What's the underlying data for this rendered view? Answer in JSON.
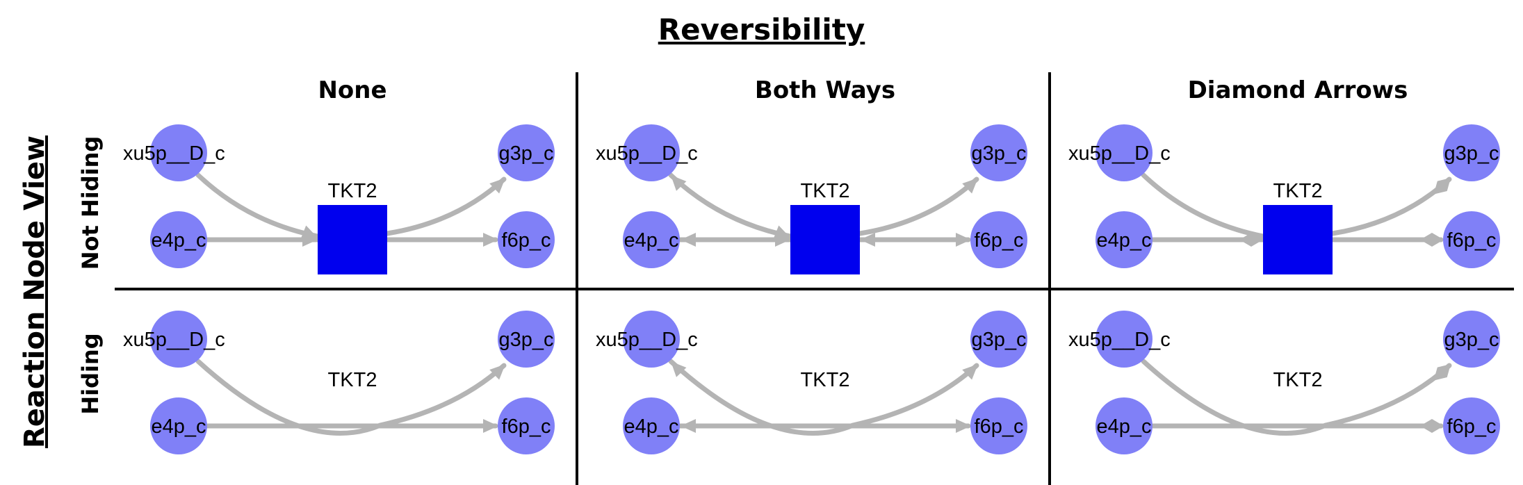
{
  "title": "Reversibility",
  "row_axis_title": "Reaction Node View",
  "columns": [
    "None",
    "Both Ways",
    "Diamond Arrows"
  ],
  "rows": [
    "Not Hiding",
    "Hiding"
  ],
  "reaction": "TKT2",
  "metabolites": {
    "xu5p": "xu5p__D_c",
    "e4p": "e4p_c",
    "g3p": "g3p_c",
    "f6p": "f6p_c"
  },
  "colors": {
    "metabolite": "#8080f7",
    "reaction_node": "#0000ee",
    "edge": "#b4b4b4"
  },
  "arrow_styles": [
    "none",
    "both",
    "diamond"
  ]
}
